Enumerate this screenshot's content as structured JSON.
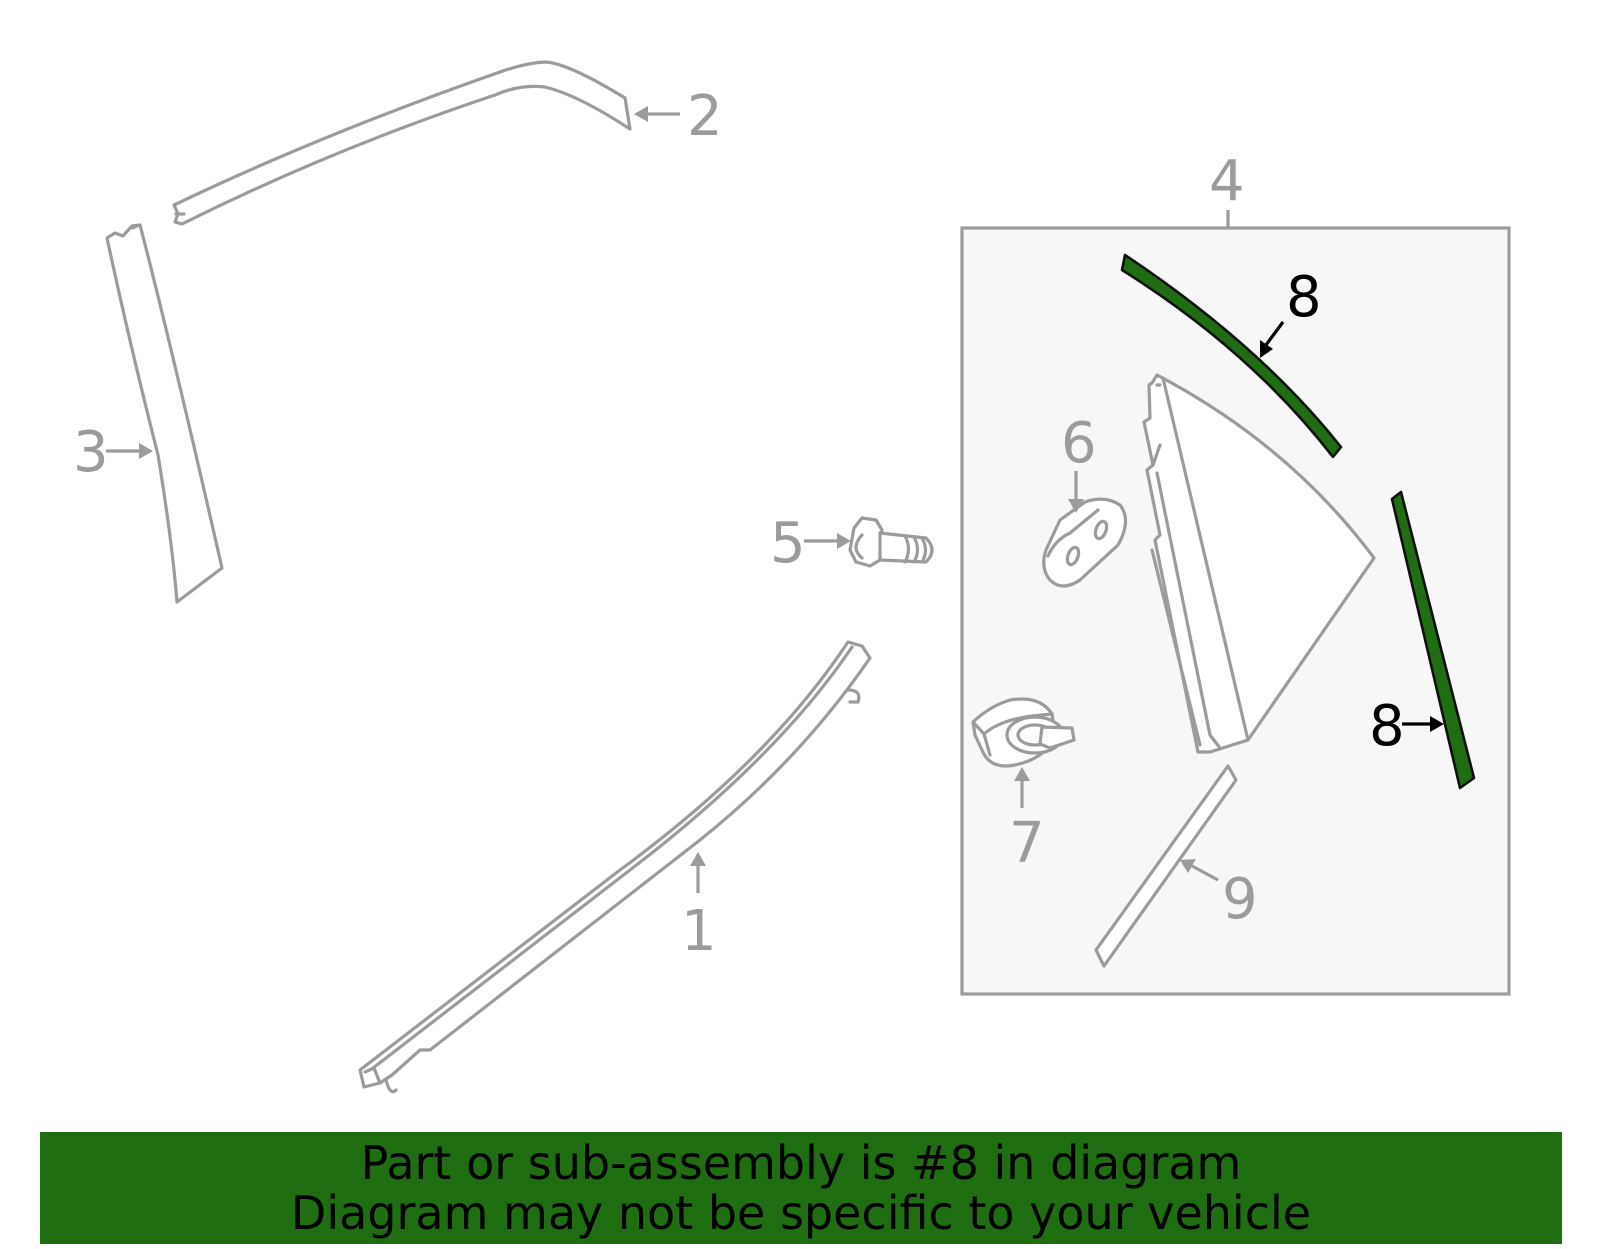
{
  "diagram": {
    "callouts": {
      "c1": "1",
      "c2": "2",
      "c3": "3",
      "c4": "4",
      "c5": "5",
      "c6": "6",
      "c7": "7",
      "c8_top": "8",
      "c8_right": "8",
      "c9": "9"
    },
    "highlighted_part": "8",
    "colors": {
      "highlight": "#1f6e12",
      "part_stroke": "#9b9b9b",
      "subassembly_box": "#f7f7f7"
    }
  },
  "banner": {
    "line1": "Part or sub-assembly is #8 in diagram",
    "line2": "Diagram may not be specific to your vehicle"
  }
}
